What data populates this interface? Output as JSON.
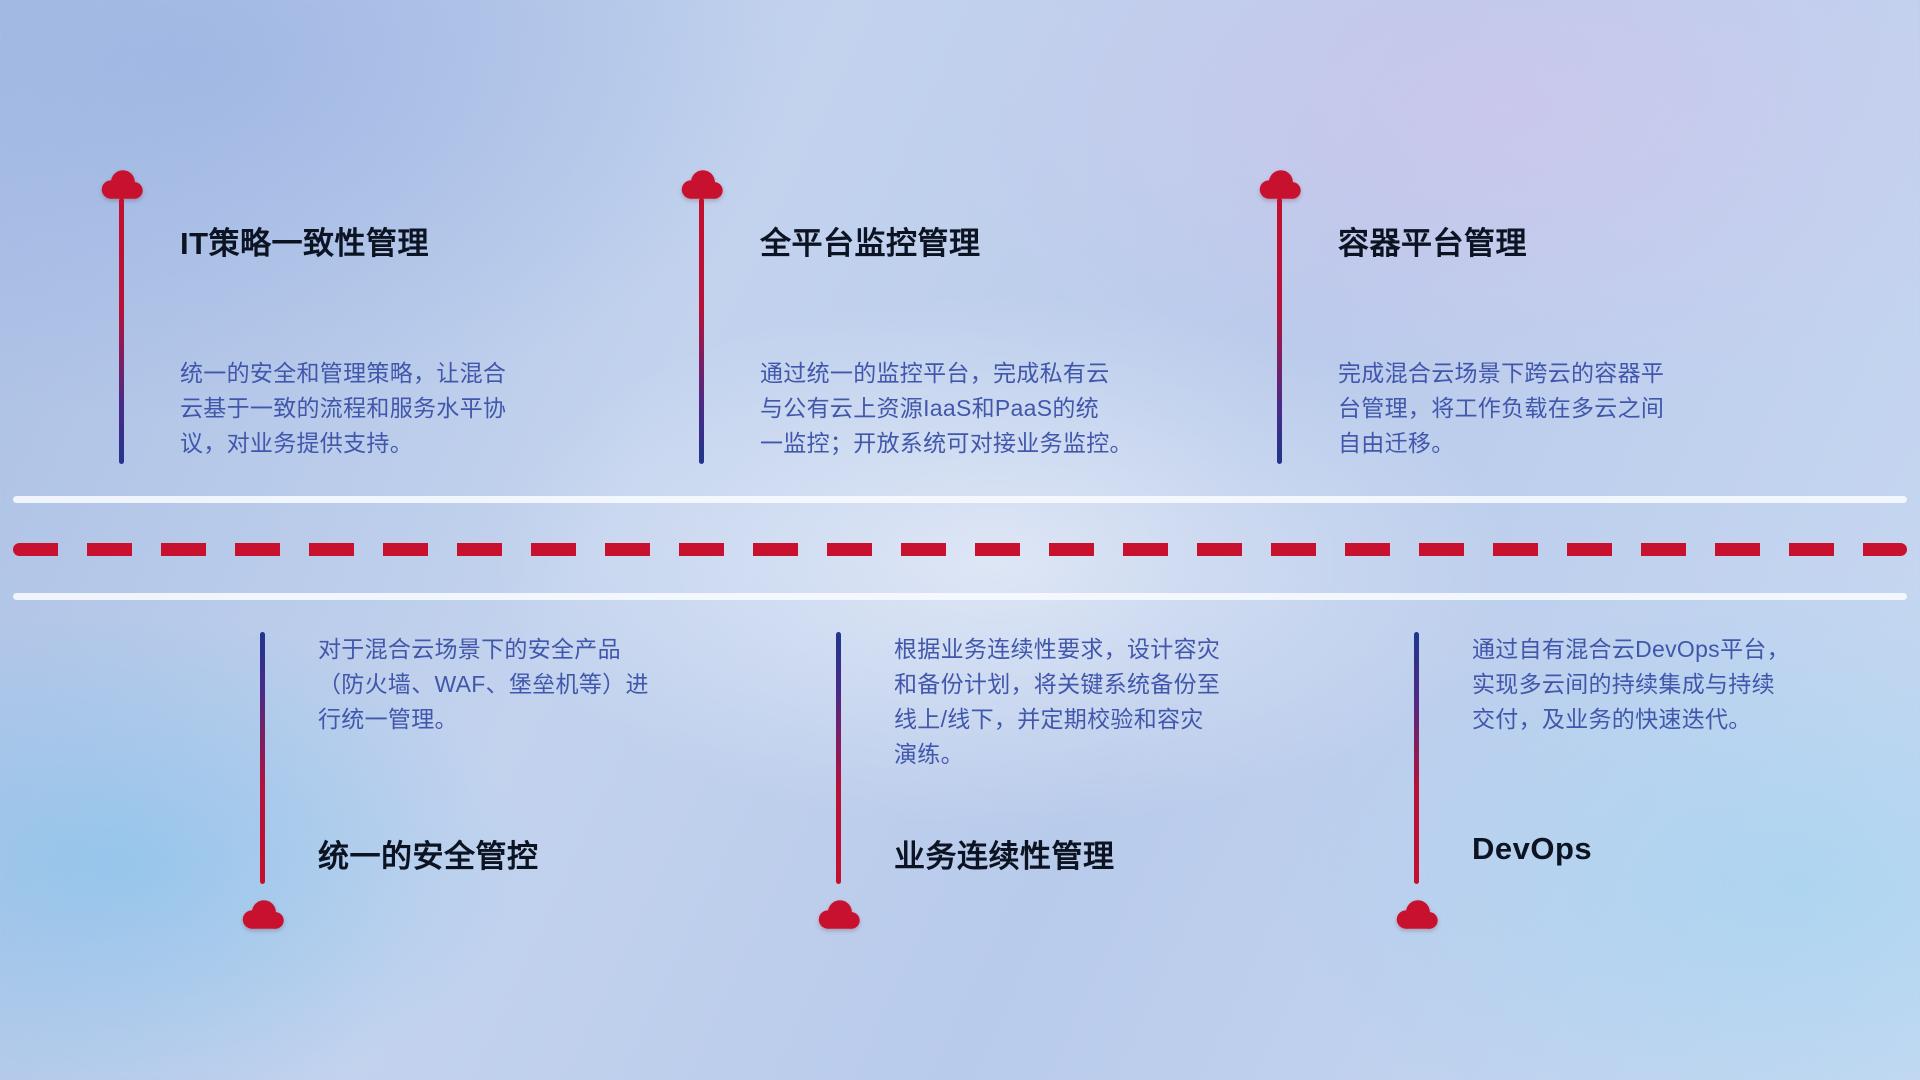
{
  "colors": {
    "accent_red": "#c8112e",
    "text_blue": "#4157ab",
    "title_dark": "#0c1322"
  },
  "top_items": [
    {
      "title": "IT策略一致性管理",
      "description": "统一的安全和管理策略，让混合\n云基于一致的流程和服务水平协\n议，对业务提供支持。"
    },
    {
      "title": "全平台监控管理",
      "description": "通过统一的监控平台，完成私有云\n与公有云上资源IaaS和PaaS的统\n一监控；开放系统可对接业务监控。"
    },
    {
      "title": "容器平台管理",
      "description": "完成混合云场景下跨云的容器平\n台管理，将工作负载在多云之间\n自由迁移。"
    }
  ],
  "bottom_items": [
    {
      "title": "统一的安全管控",
      "description": "对于混合云场景下的安全产品\n（防火墙、WAF、堡垒机等）进\n行统一管理。"
    },
    {
      "title": "业务连续性管理",
      "description": "根据业务连续性要求，设计容灾\n和备份计划，将关键系统备份至\n线上/线下，并定期校验和容灾\n演练。"
    },
    {
      "title": "DevOps",
      "description": "通过自有混合云DevOps平台，\n实现多云间的持续集成与持续\n交付，及业务的快速迭代。"
    }
  ]
}
